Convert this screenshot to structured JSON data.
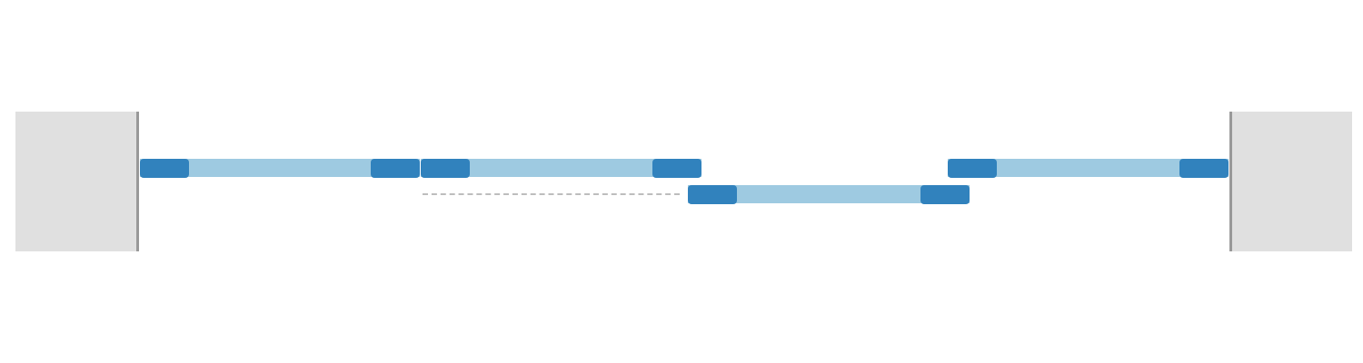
{
  "diagram": {
    "type": "timeline",
    "colors": {
      "boundary_fill": "#e0e0e0",
      "boundary_line": "#999999",
      "clip_body": "#9ecae1",
      "clip_handle": "#3182bd",
      "connector": "#bdbdbd"
    },
    "timeline": {
      "start": 0,
      "end": 1200
    },
    "tracks": [
      {
        "id": "track-1"
      },
      {
        "id": "track-2"
      }
    ],
    "clips": [
      {
        "id": "clip-1",
        "track": 0,
        "start": 0,
        "end": 308
      },
      {
        "id": "clip-2",
        "track": 0,
        "start": 309,
        "end": 618
      },
      {
        "id": "clip-3",
        "track": 1,
        "start": 603,
        "end": 913
      },
      {
        "id": "clip-4",
        "track": 0,
        "start": 889,
        "end": 1198
      }
    ],
    "connectors": [
      {
        "id": "connector-1",
        "track": 1,
        "from": 311,
        "to": 594,
        "style": "dashed"
      }
    ]
  }
}
